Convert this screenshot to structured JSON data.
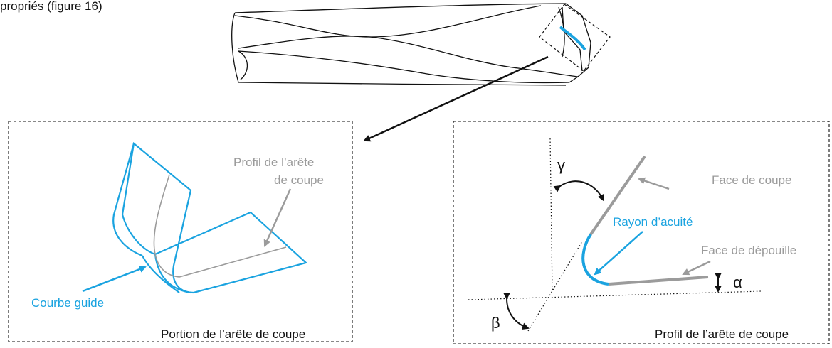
{
  "intro_text": "propriés (figure 16)",
  "left_panel": {
    "caption": "Portion de l’arête de coupe",
    "profile_label_line1": "Profil  de  l’arête",
    "profile_label_line2": "de coupe",
    "guide_label": "Courbe guide"
  },
  "right_panel": {
    "caption": "Profil de l’arête de coupe",
    "gamma": "γ",
    "beta": "β",
    "alpha": "α",
    "face_coupe": "Face de coupe",
    "face_depouille": "Face de dépouille",
    "rayon_acuite": "Rayon d’acuité"
  },
  "colors": {
    "blue": "#1aa3e0",
    "gray": "#9b9b9b",
    "dark": "#111111"
  }
}
